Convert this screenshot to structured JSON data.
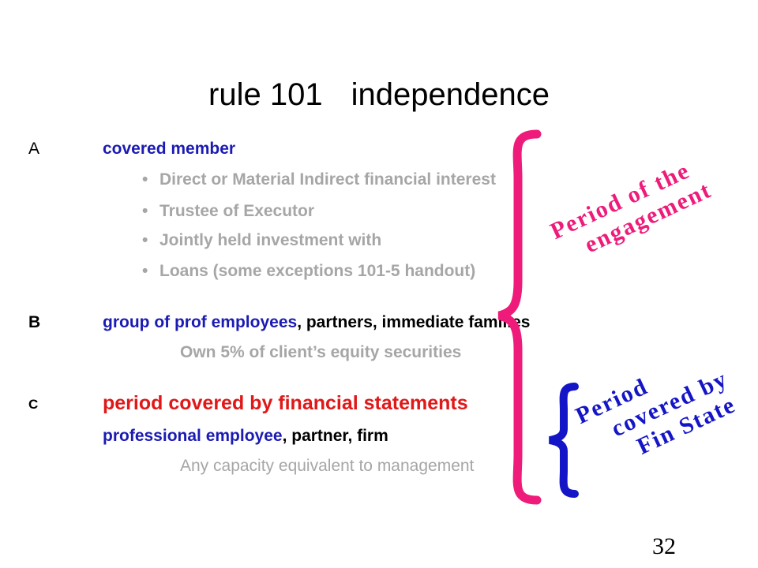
{
  "slide": {
    "title_part1": "rule 101",
    "title_part2": "independence",
    "page_number": "32"
  },
  "sections": {
    "a": {
      "label": "A",
      "heading": "covered member",
      "bullets": [
        "Direct or Material Indirect financial interest",
        "Trustee of Executor",
        "Jointly held investment with",
        "Loans (some exceptions 101-5  handout)"
      ]
    },
    "b": {
      "label": "B",
      "heading_blue": "group of prof employees",
      "heading_black": ", partners, immediate families",
      "sub": "Own 5% of client’s equity securities"
    },
    "c": {
      "label": "C",
      "heading": "period covered by financial statements",
      "line2_blue": "professional employee",
      "line2_black": ", partner, firm",
      "sub": "Any capacity equivalent to management"
    }
  },
  "annotations": {
    "period_engagement": [
      "Period of the",
      "engagement"
    ],
    "period_fin_state": [
      "Period",
      "covered by",
      "Fin State"
    ]
  },
  "colors": {
    "blue_text": "#1b1bb4",
    "grey_text": "#a6a6a6",
    "red_text": "#e01818",
    "pink_annotation": "#ee1b7a",
    "navy_annotation": "#1515c8"
  }
}
